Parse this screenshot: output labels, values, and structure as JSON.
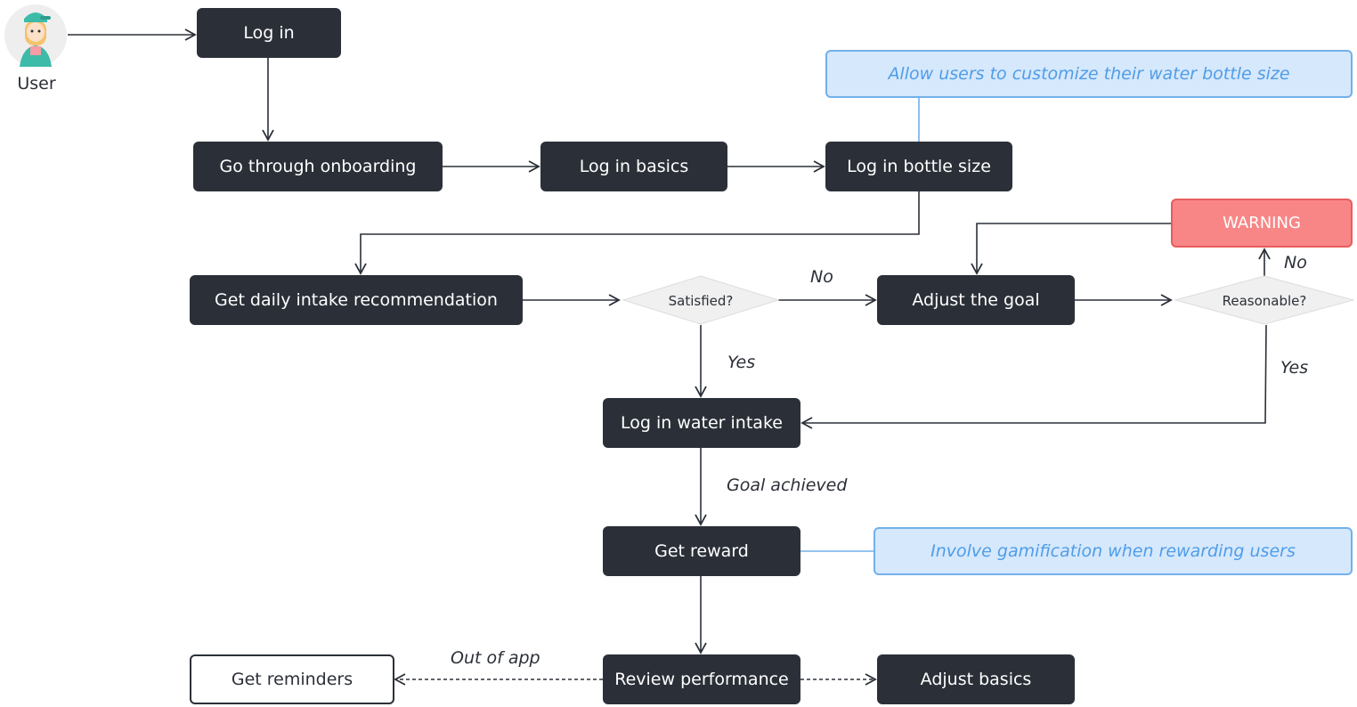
{
  "actor": {
    "label": "User",
    "icon": "user-avatar-icon"
  },
  "nodes": {
    "login": "Log in",
    "onboarding": "Go through onboarding",
    "basics": "Log in basics",
    "bottle": "Log in bottle size",
    "recommendation": "Get daily intake recommendation",
    "adjust_goal": "Adjust the goal",
    "water_intake": "Log in water intake",
    "reward": "Get reward",
    "review": "Review performance",
    "reminders": "Get reminders",
    "adjust_basics": "Adjust basics"
  },
  "decisions": {
    "satisfied": "Satisfied?",
    "reasonable": "Reasonable?"
  },
  "notes": {
    "bottle_size": "Allow users to customize their water bottle size",
    "gamification": "Involve gamification when rewarding users"
  },
  "warning": "WARNING",
  "edge_labels": {
    "no1": "No",
    "yes1": "Yes",
    "no2": "No",
    "yes2": "Yes",
    "goal": "Goal achieved",
    "out": "Out of app"
  },
  "colors": {
    "node_fill": "#2b3038",
    "note_fill": "#d6e8fc",
    "note_border": "#72b0ea",
    "note_text": "#4f9de8",
    "warning_fill": "#f98686",
    "decision_fill": "#f0f0f0"
  }
}
